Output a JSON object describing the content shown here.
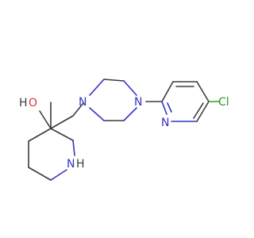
{
  "labels": {
    "ho_h": "H",
    "ho_o": "O",
    "nh_n": "N",
    "nh_h": "H",
    "pip_n1": "N",
    "pip_n2": "N",
    "pyr_n": "N",
    "cl": "Cl"
  },
  "colors": {
    "bond": "#3b3b3b",
    "nitrogen": "#3232c8",
    "oxygen": "#e03030",
    "chlorine": "#2e9a2e"
  }
}
